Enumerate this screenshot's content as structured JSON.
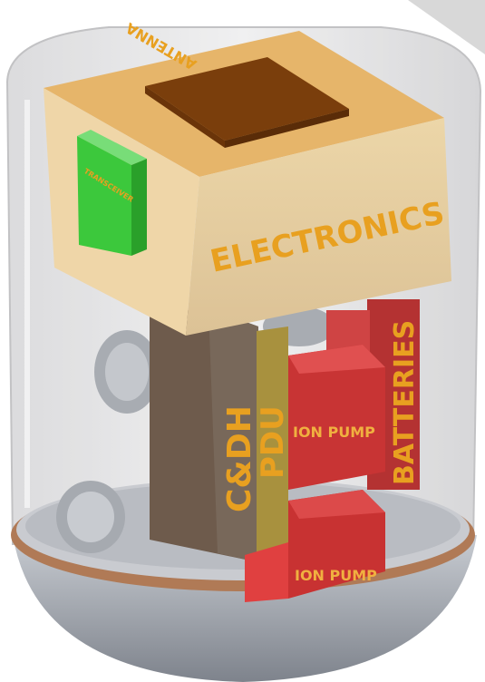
{
  "diagram": {
    "labels": {
      "antenna": "ANTENNA",
      "transceiver": "TRANSCEIVER",
      "electronics": "ELECTRONICS",
      "batteries": "BATTERIES",
      "cdh": "C&DH",
      "pdu": "PDU",
      "ion_pump_upper": "ION PUMP",
      "ion_pump_lower": "ION PUMP"
    },
    "colors": {
      "electronics_box": "#e8c48a",
      "antenna_plate": "#8a4a10",
      "transceiver": "#3ccc3c",
      "cdh_box": "#6e5b4c",
      "pdu_strip": "#a89040",
      "ion_pump": "#c83838",
      "batteries": "#b83030",
      "label_orange": "#e8a020",
      "base_ring": "#9a6a48",
      "dome": "#a8acb4",
      "wheel": "#b8bcc2"
    }
  }
}
